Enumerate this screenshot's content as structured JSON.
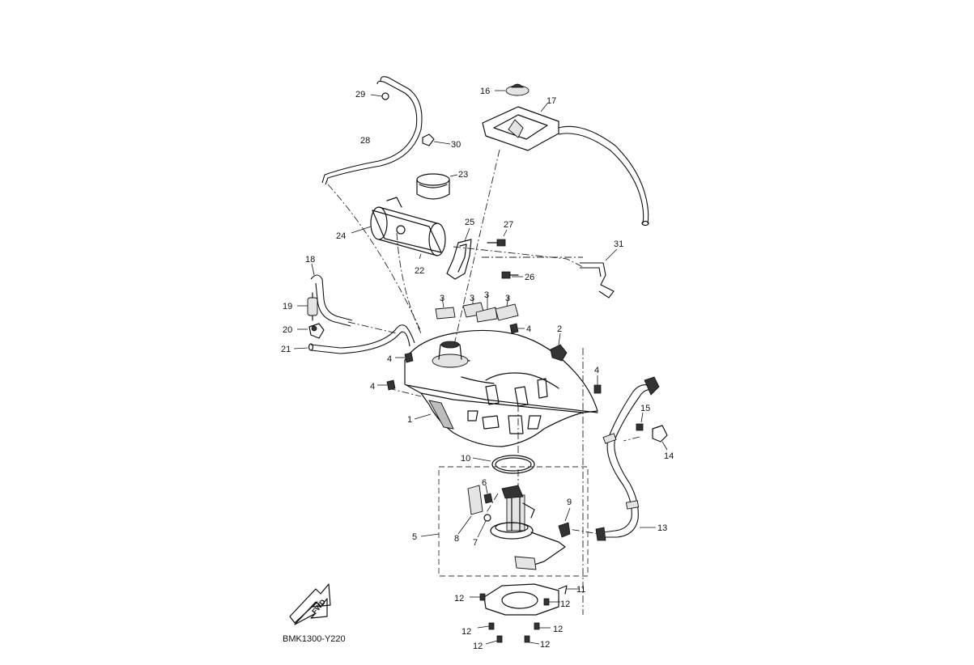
{
  "diagram_code": "BMK1300-Y220",
  "fwd_label": "FWD",
  "callouts": {
    "n1": "1",
    "n2": "2",
    "n3a": "3",
    "n3b": "3",
    "n3c": "3",
    "n3d": "3",
    "n4a": "4",
    "n4b": "4",
    "n4c": "4",
    "n4d": "4",
    "n5": "5",
    "n6": "6",
    "n7": "7",
    "n8": "8",
    "n9": "9",
    "n10": "10",
    "n11": "11",
    "n12a": "12",
    "n12b": "12",
    "n12c": "12",
    "n12d": "12",
    "n12e": "12",
    "n12f": "12",
    "n13": "13",
    "n14": "14",
    "n15": "15",
    "n16": "16",
    "n17": "17",
    "n18": "18",
    "n19": "19",
    "n20": "20",
    "n21": "21",
    "n22": "22",
    "n23": "23",
    "n24": "24",
    "n25": "25",
    "n26": "26",
    "n27": "27",
    "n28": "28",
    "n29": "29",
    "n30": "30",
    "n31": "31"
  }
}
